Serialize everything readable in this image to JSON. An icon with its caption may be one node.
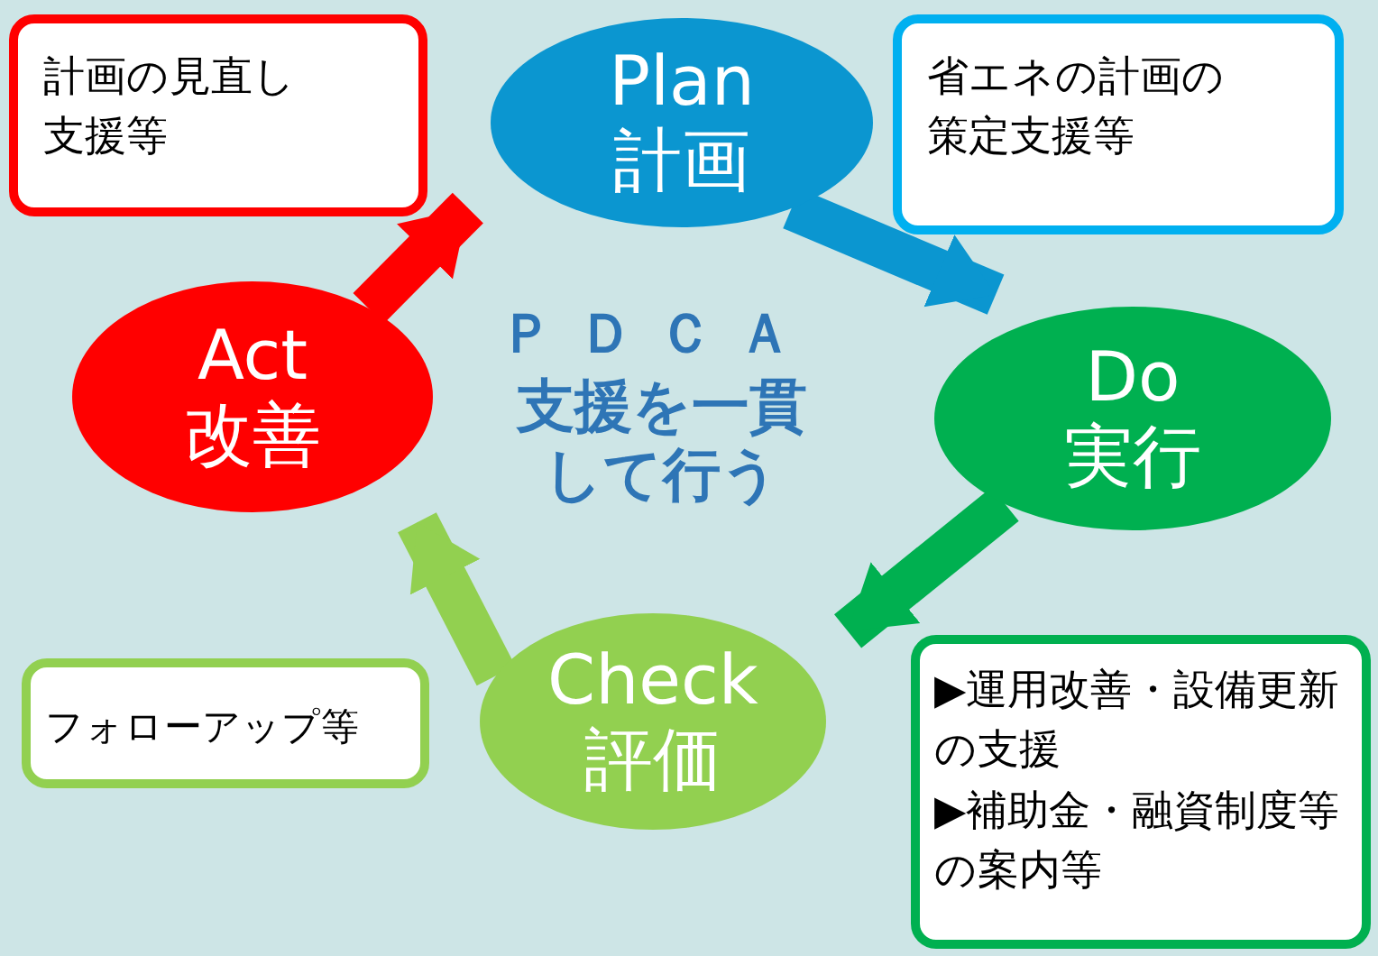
{
  "diagram": {
    "nodes": [
      {
        "text": [
          "計画の見直し支援等"
        ]
      },
      {
        "text": [
          "Plan",
          "計画"
        ]
      },
      {
        "text": [
          "省エネの計画の策定支援等"
        ]
      },
      {
        "text": [
          "Act",
          "改善"
        ]
      },
      {
        "text": [
          "Do",
          "実行"
        ]
      },
      {
        "text": [
          "フォローアップ等"
        ]
      },
      {
        "text": [
          "Check",
          "評価"
        ]
      },
      {
        "text": [
          "▶運用改善・設備更新の支援",
          "▶補助金・融資制度等の案内等"
        ]
      }
    ],
    "edges": [
      {
        "from": 1,
        "to": 4,
        "arrow": "to",
        "color": "#0b96d0"
      },
      {
        "from": 4,
        "to": 6,
        "arrow": "to",
        "color": "#00b050"
      },
      {
        "from": 6,
        "to": 3,
        "arrow": "to",
        "color": "#92d050"
      },
      {
        "from": 3,
        "to": 1,
        "arrow": "to",
        "color": "#ff0000"
      }
    ],
    "labels": [
      "ＰＤＣＡ",
      "支援を一貫して行う"
    ]
  }
}
